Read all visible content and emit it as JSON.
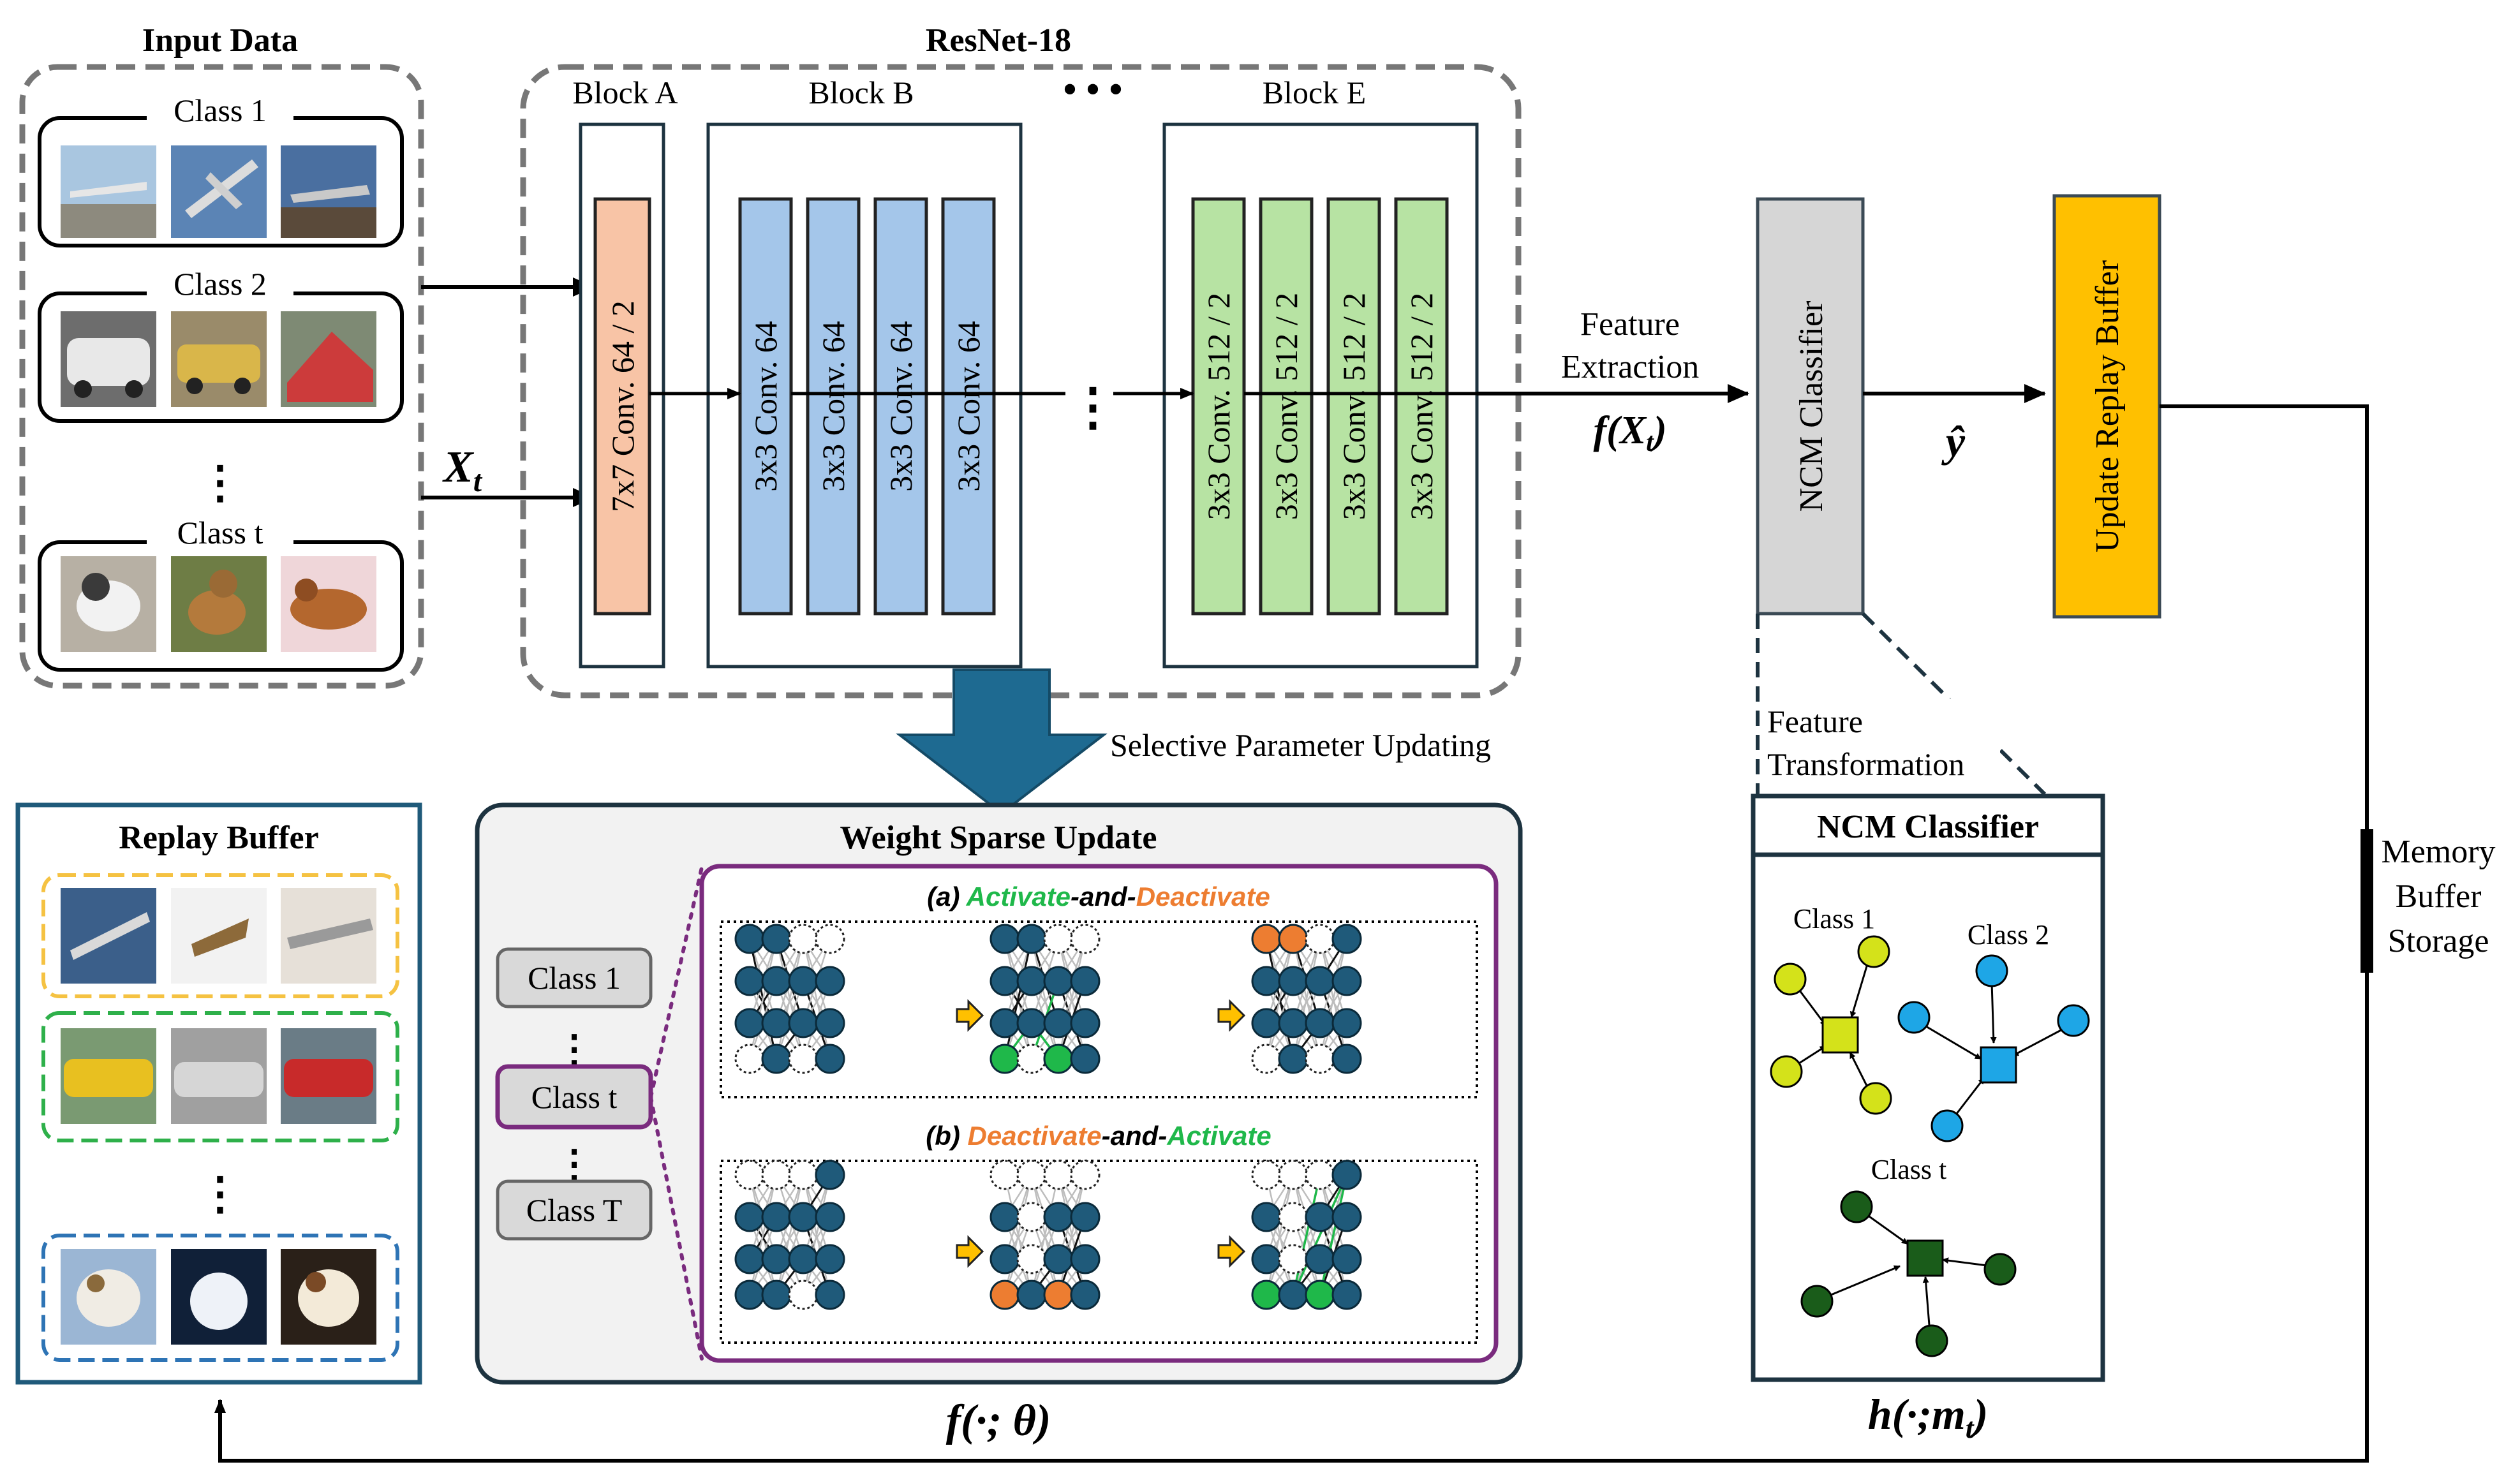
{
  "input_data": {
    "title": "Input Data",
    "classes": [
      "Class 1",
      "Class 2",
      "Class t"
    ],
    "input_symbol": "X",
    "input_sub": "t"
  },
  "resnet": {
    "title": "ResNet-18",
    "blocks": [
      {
        "name": "Block A",
        "layers": [
          "7x7 Conv. 64 / 2"
        ]
      },
      {
        "name": "Block B",
        "layers": [
          "3x3 Conv. 64",
          "3x3 Conv. 64",
          "3x3 Conv. 64",
          "3x3 Conv. 64"
        ]
      },
      {
        "name": "Block E",
        "layers": [
          "3x3 Conv. 512 / 2",
          "3x3 Conv. 512 / 2",
          "3x3 Conv. 512 / 2",
          "3x3 Conv. 512 / 2"
        ]
      }
    ]
  },
  "feature": {
    "label_line1": "Feature",
    "label_line2": "Extraction",
    "formula_main": "f(X",
    "formula_sub": "t",
    "formula_end": ")"
  },
  "ncm": {
    "box_label": "NCM Classifier",
    "prediction": "ŷ",
    "transform_line1": "Feature",
    "transform_line2": "Transformation",
    "panel_title": "NCM Classifier",
    "clusters": [
      "Class 1",
      "Class 2",
      "Class t"
    ],
    "formula_main": "h(·;m",
    "formula_sub": "t",
    "formula_end": ")",
    "colors": {
      "class1": "#d4e21a",
      "class2": "#1ea6e6",
      "classt": "#1a5c1a"
    }
  },
  "update_buffer": {
    "label": "Update Replay Buffer",
    "color": "#ffc000"
  },
  "memory": {
    "line1": "Memory",
    "line2": "Buffer",
    "line3": "Storage"
  },
  "selective": {
    "label": "Selective Parameter Updating"
  },
  "replay_buffer": {
    "title": "Replay Buffer",
    "colors": [
      "#f5c242",
      "#2eb04a",
      "#2e74b5"
    ]
  },
  "weight_sparse": {
    "title": "Weight Sparse Update",
    "class_labels": [
      "Class 1",
      "Class t",
      "Class T"
    ],
    "row_a": {
      "prefix": "(a) ",
      "word1": "Activate",
      "mid": "-and-",
      "word2": "Deactivate"
    },
    "row_b": {
      "prefix": "(b) ",
      "word1": "Deactivate",
      "mid": "-and-",
      "word2": "Activate"
    },
    "formula": "f(·; θ)",
    "colors": {
      "activate": "#1fb84a",
      "deactivate": "#ed7d31",
      "node": "#1f5a7a",
      "frame": "#7a2b7e"
    }
  }
}
